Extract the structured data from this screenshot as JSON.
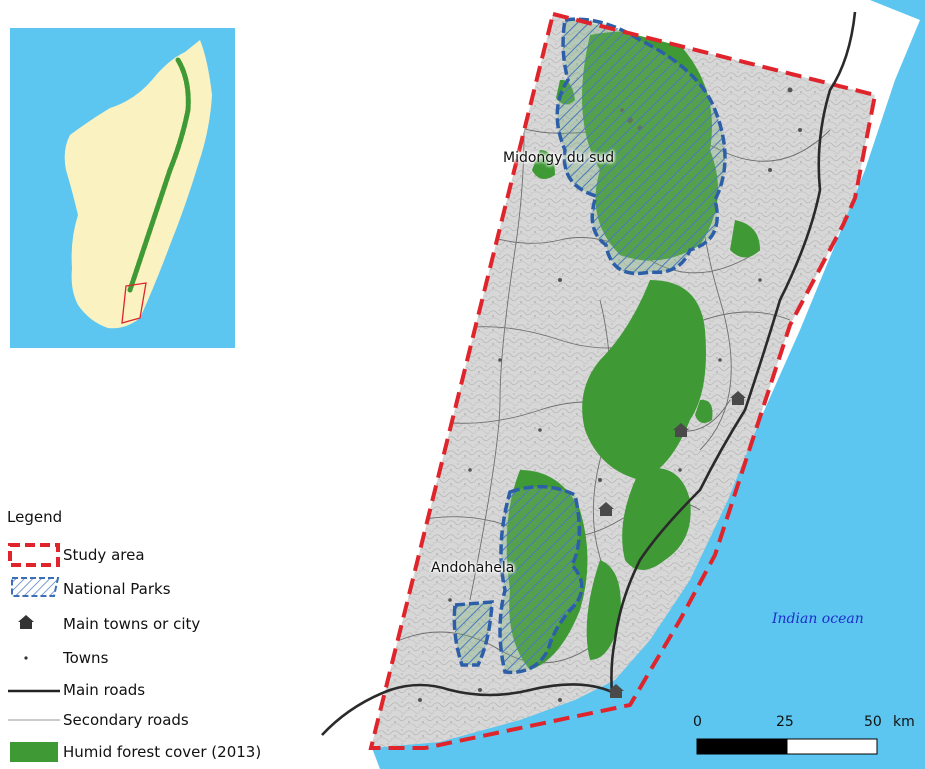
{
  "map": {
    "place_labels": [
      {
        "id": "midongy",
        "text": "Midongy du sud"
      },
      {
        "id": "andohahela",
        "text": "Andohahela"
      }
    ],
    "ocean_label": "Indian ocean",
    "colors": {
      "ocean": "#5cc6f0",
      "study_area": "#e0242b",
      "national_parks": "#3a6fb5",
      "humid_forest": "#3f9a36",
      "terrain": "#d6d6d6",
      "inset_land": "#fbf2c2",
      "inset_sea": "#5cc6f0"
    }
  },
  "legend": {
    "title": "Legend",
    "items": [
      {
        "label": "Study area",
        "symbol": "dashed-red-rectangle"
      },
      {
        "label": "National Parks",
        "symbol": "hatched-blue-polygon"
      },
      {
        "label": "Main towns or city",
        "symbol": "house-icon"
      },
      {
        "label": "Towns",
        "symbol": "dot"
      },
      {
        "label": "Main roads",
        "symbol": "thick-black-line"
      },
      {
        "label": "Secondary roads",
        "symbol": "thin-grey-line"
      },
      {
        "label": "Humid forest cover (2013)",
        "symbol": "green-square"
      }
    ]
  },
  "scale_bar": {
    "ticks": [
      "0",
      "25",
      "50"
    ],
    "unit": "km"
  }
}
